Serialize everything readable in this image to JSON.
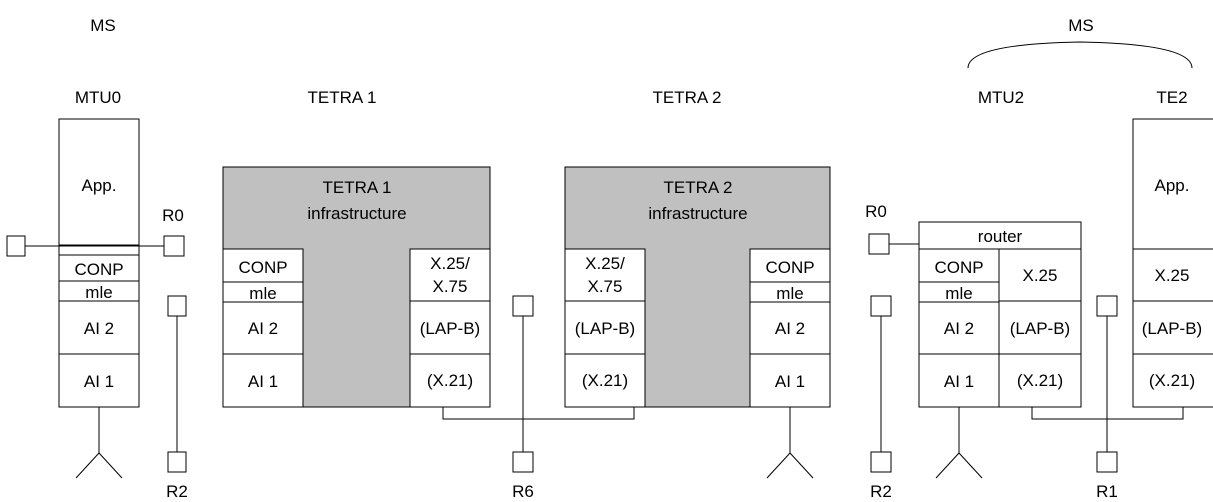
{
  "headings": {
    "ms_left": "MS",
    "ms_right": "MS",
    "mtu0": "MTU0",
    "tetra1": "TETRA 1",
    "tetra2": "TETRA 2",
    "mtu2": "MTU2",
    "te2": "TE2"
  },
  "mtu0_stack": {
    "app": "App.",
    "conp": "CONP",
    "mle": "mle",
    "ai2": "AI 2",
    "ai1": "AI 1"
  },
  "tetra1_stack": {
    "infra_line1": "TETRA 1",
    "infra_line2": "infrastructure",
    "conp": "CONP",
    "mle": "mle",
    "ai2": "AI 2",
    "ai1": "AI 1",
    "x25_line1": "X.25/",
    "x25_line2": "X.75",
    "lapb": "(LAP-B)",
    "x21": "(X.21)"
  },
  "tetra2_stack": {
    "infra_line1": "TETRA 2",
    "infra_line2": "infrastructure",
    "x25_line1": "X.25/",
    "x25_line2": "X.75",
    "lapb": "(LAP-B)",
    "x21": "(X.21)",
    "conp": "CONP",
    "mle": "mle",
    "ai2": "AI 2",
    "ai1": "AI 1"
  },
  "mtu2_stack": {
    "router": "router",
    "conp": "CONP",
    "mle": "mle",
    "x25": "X.25",
    "ai2": "AI 2",
    "lapb": "(LAP-B)",
    "ai1": "AI 1",
    "x21": "(X.21)"
  },
  "te2_stack": {
    "app": "App.",
    "x25": "X.25",
    "lapb": "(LAP-B)",
    "x21": "(X.21)"
  },
  "reference_points": {
    "r0_left": "R0",
    "r2_left": "R2",
    "r6": "R6",
    "r0_right": "R0",
    "r2_right": "R2",
    "r1": "R1"
  }
}
